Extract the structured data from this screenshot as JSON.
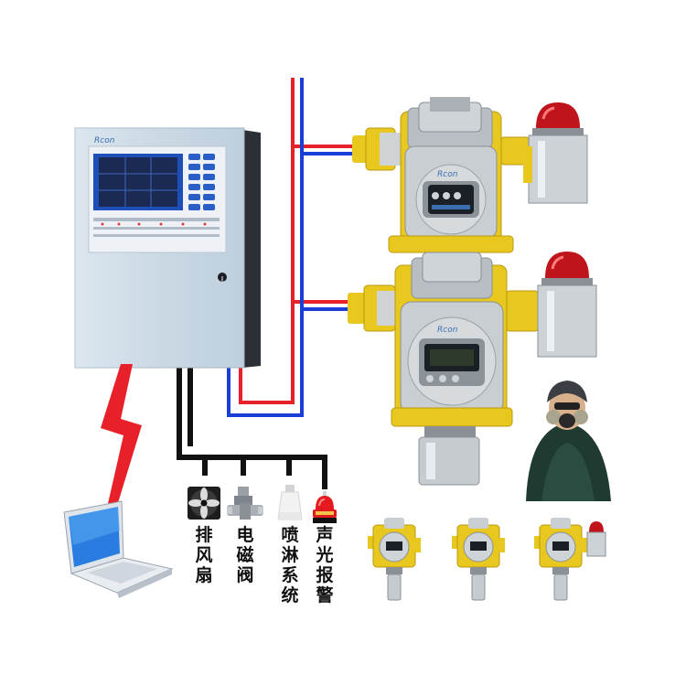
{
  "brand": "Rcon",
  "outputs": [
    {
      "id": "fan",
      "label": "排风扇"
    },
    {
      "id": "valve",
      "label": "电磁阀"
    },
    {
      "id": "sprinkler",
      "label": "喷淋系统"
    },
    {
      "id": "alarm",
      "label": "声光报警"
    }
  ],
  "colors": {
    "wire_red": "#e8202a",
    "wire_blue": "#1a3fd6",
    "cable_black": "#111111",
    "lightning": "#e8202a",
    "detector_yellow": "#e8c81e",
    "beacon_red": "#c0141c",
    "panel_body": "#c9d9e6",
    "screen_blue": "#1e4fb8"
  },
  "icons": [
    "controller-panel",
    "laptop-icon",
    "lightning-icon",
    "fan-icon",
    "valve-icon",
    "sprinkler-icon",
    "alarm-light-icon",
    "gas-detector",
    "warning-beacon",
    "gas-mask-person"
  ]
}
